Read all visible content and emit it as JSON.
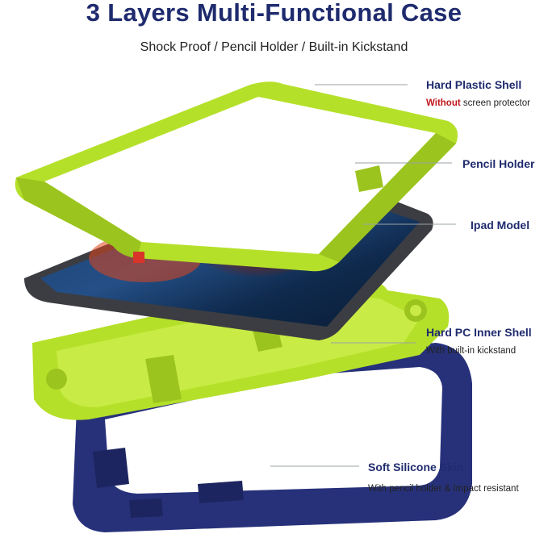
{
  "header": {
    "title": "3 Layers Multi-Functional Case",
    "subtitle": "Shock Proof / Pencil Holder / Built-in Kickstand"
  },
  "callouts": [
    {
      "name": "hard-plastic-shell",
      "title": "Hard Plastic Shell",
      "note_emphasis": "Without",
      "note": " screen protector"
    },
    {
      "name": "pencil-holder",
      "title": "Pencil Holder"
    },
    {
      "name": "ipad-model",
      "title": "Ipad Model"
    },
    {
      "name": "hard-pc-inner-shell",
      "title": "Hard PC Inner Shell",
      "note": "With built-in kickstand"
    },
    {
      "name": "soft-silicone-skin",
      "title": "Soft Silicone Skin",
      "note": "With pencil holder & Impact resistant"
    }
  ],
  "colors": {
    "title": "#1f2b6e",
    "shell_green": "#b5e02a",
    "skin_navy": "#27317a",
    "ipad_gray": "#3b3d42",
    "emphasis_red": "#c0161c"
  }
}
